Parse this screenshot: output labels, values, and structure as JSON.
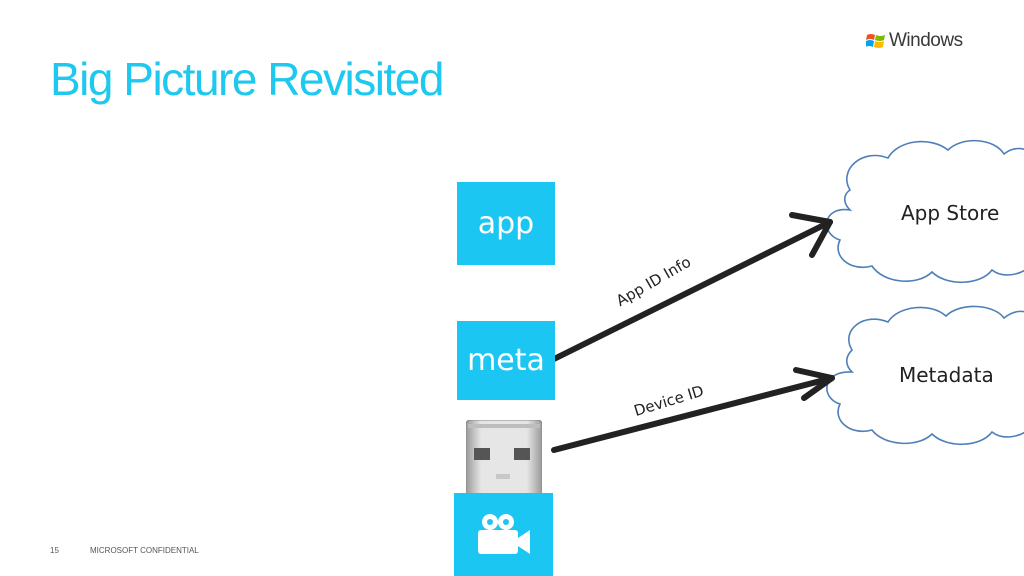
{
  "slide": {
    "title": "Big Picture Revisited",
    "brand": "Windows",
    "page_number": "15",
    "confidential": "MICROSOFT CONFIDENTIAL"
  },
  "tiles": {
    "app": "app",
    "meta": "meta"
  },
  "edges": {
    "app_id": "App ID Info",
    "device_id": "Device ID"
  },
  "clouds": {
    "app_store": "App Store",
    "metadata": "Metadata"
  },
  "colors": {
    "accent": "#1cc6f2",
    "title": "#1ec8ee",
    "cloud_stroke": "#4f7fb7",
    "arrow": "#222222"
  },
  "icons": [
    "windows-logo-icon",
    "usb-plug-icon",
    "video-camera-icon"
  ]
}
